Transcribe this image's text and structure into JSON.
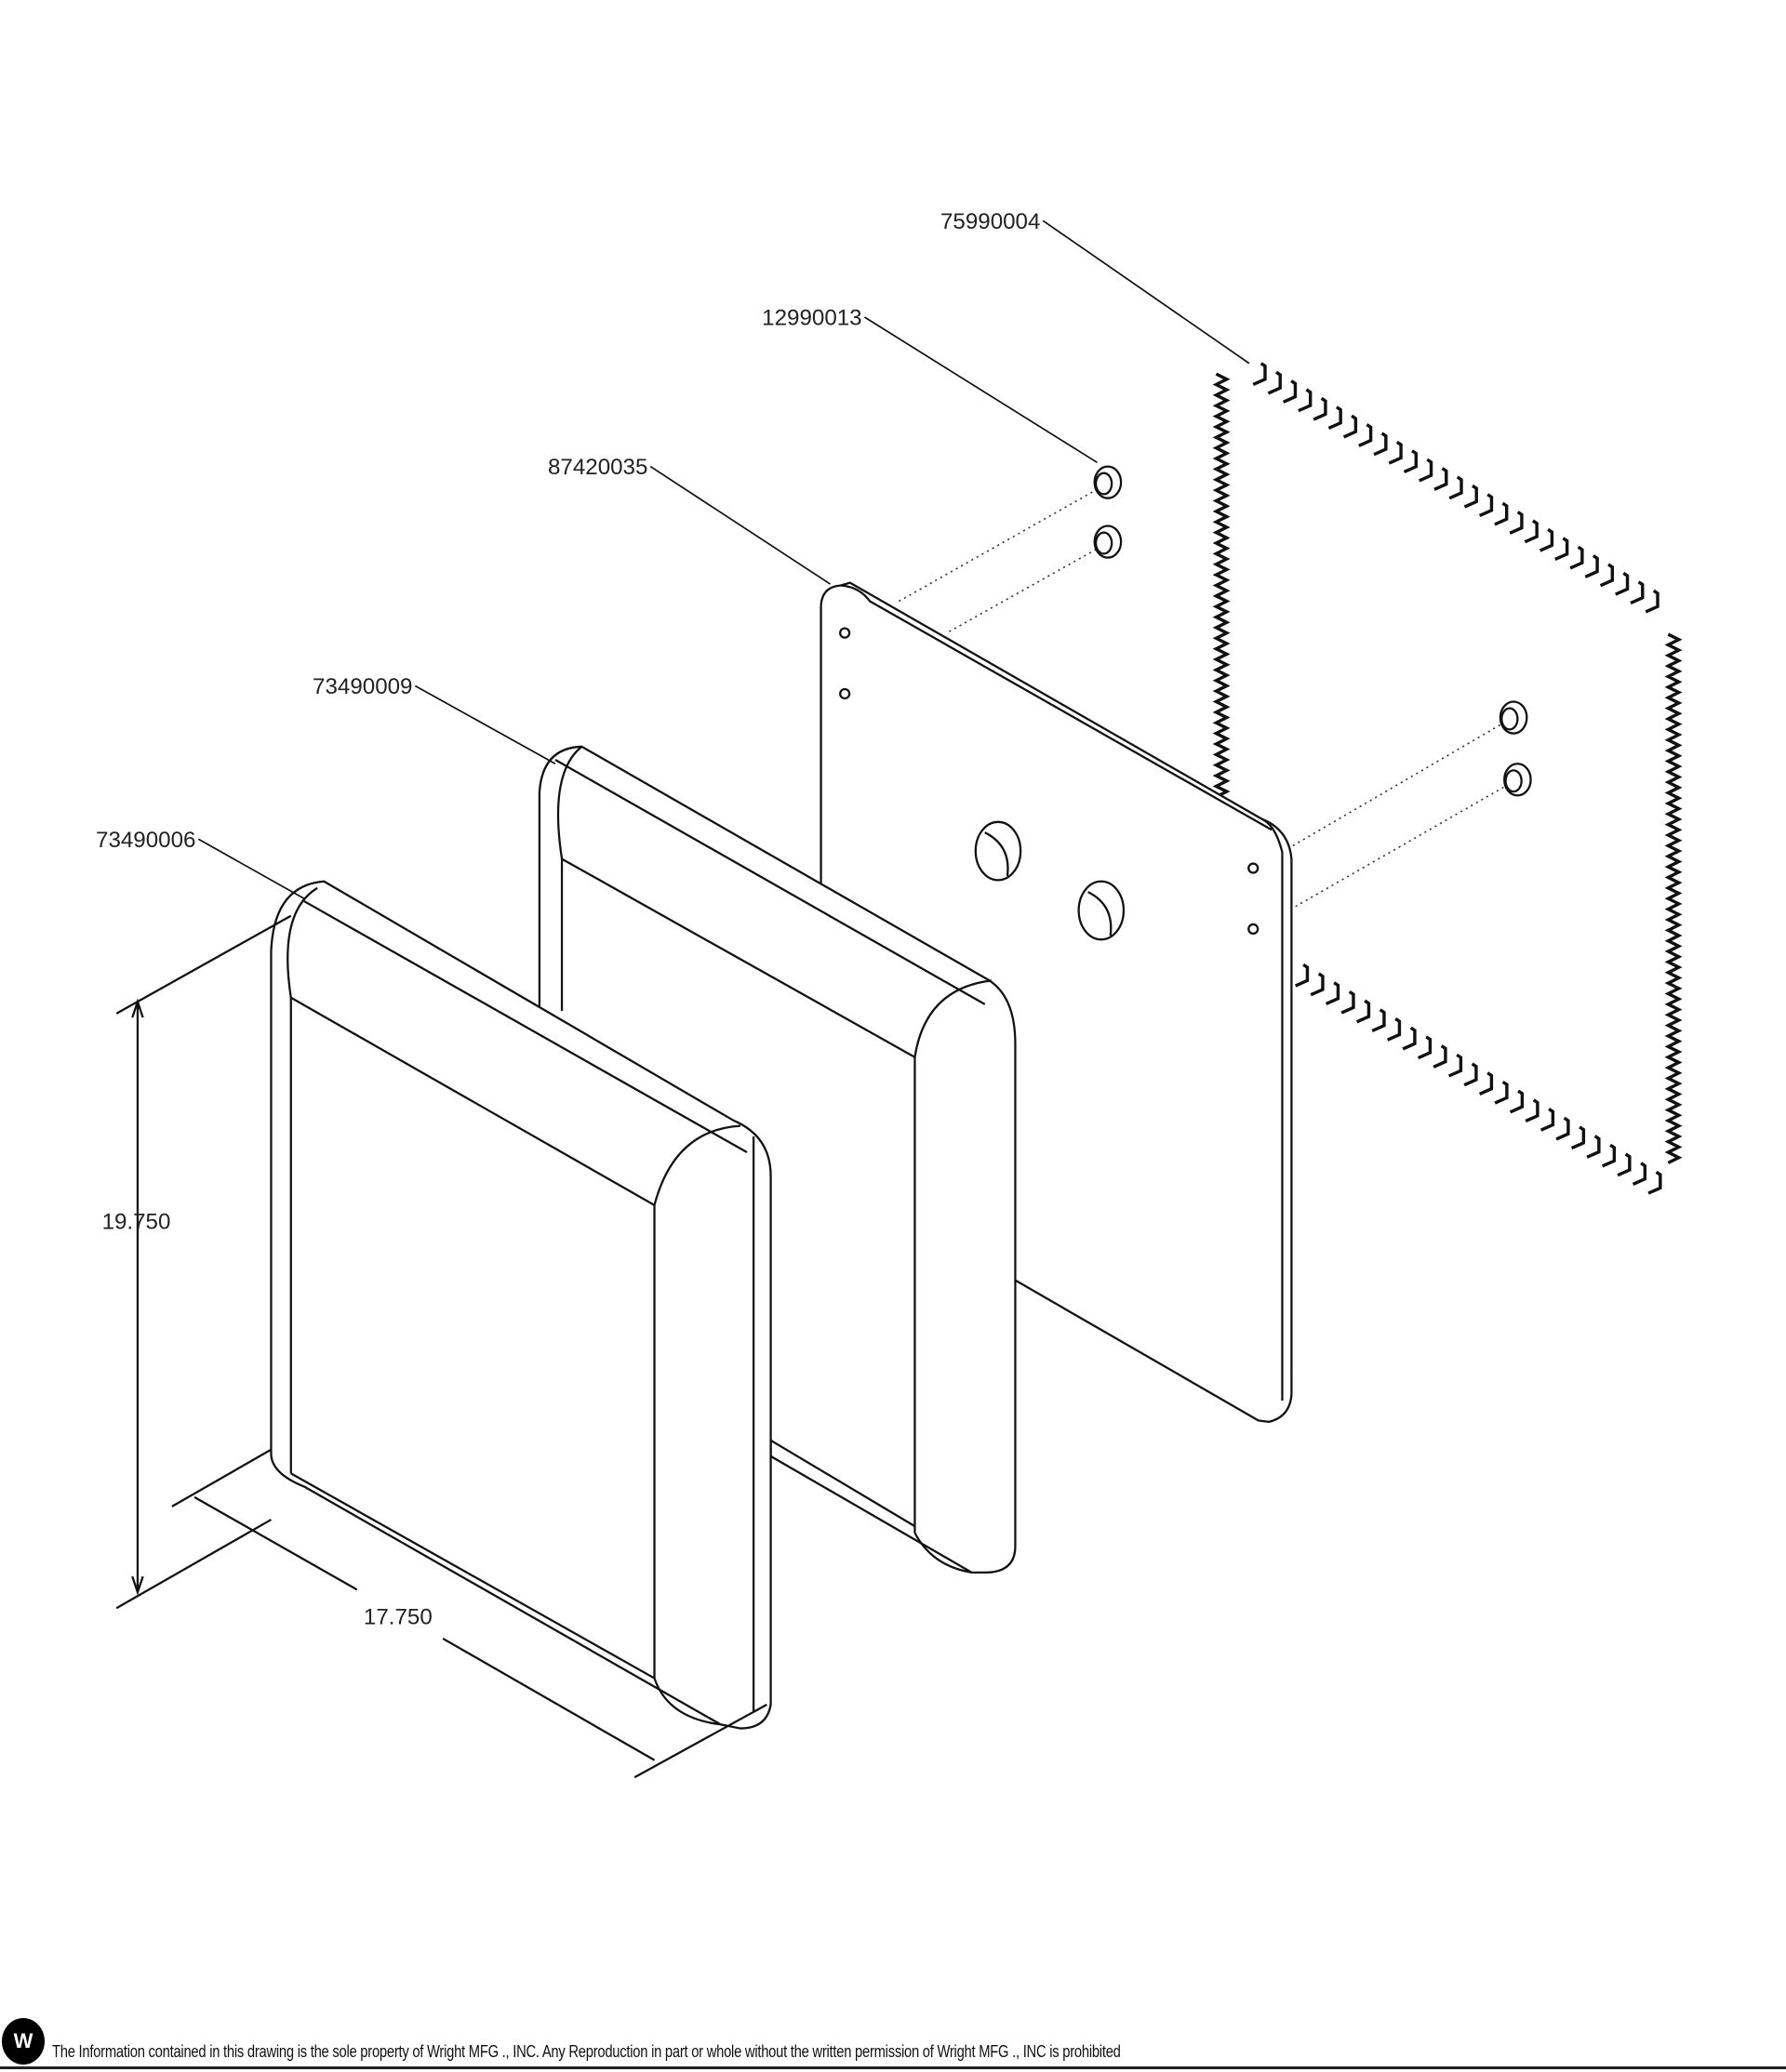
{
  "parts": {
    "clips": "75990004",
    "screws": "12990013",
    "plate": "87420035",
    "back_cushion": "73490009",
    "seat_cushion": "73490006"
  },
  "dimensions": {
    "height": "19.750",
    "width": "17.750"
  },
  "footer": {
    "logo_text": "W",
    "notice": "The Information contained in this drawing is the sole property of Wright MFG ., INC. Any Reproduction in part or whole without the written permission of Wright MFG ., INC is prohibited"
  }
}
